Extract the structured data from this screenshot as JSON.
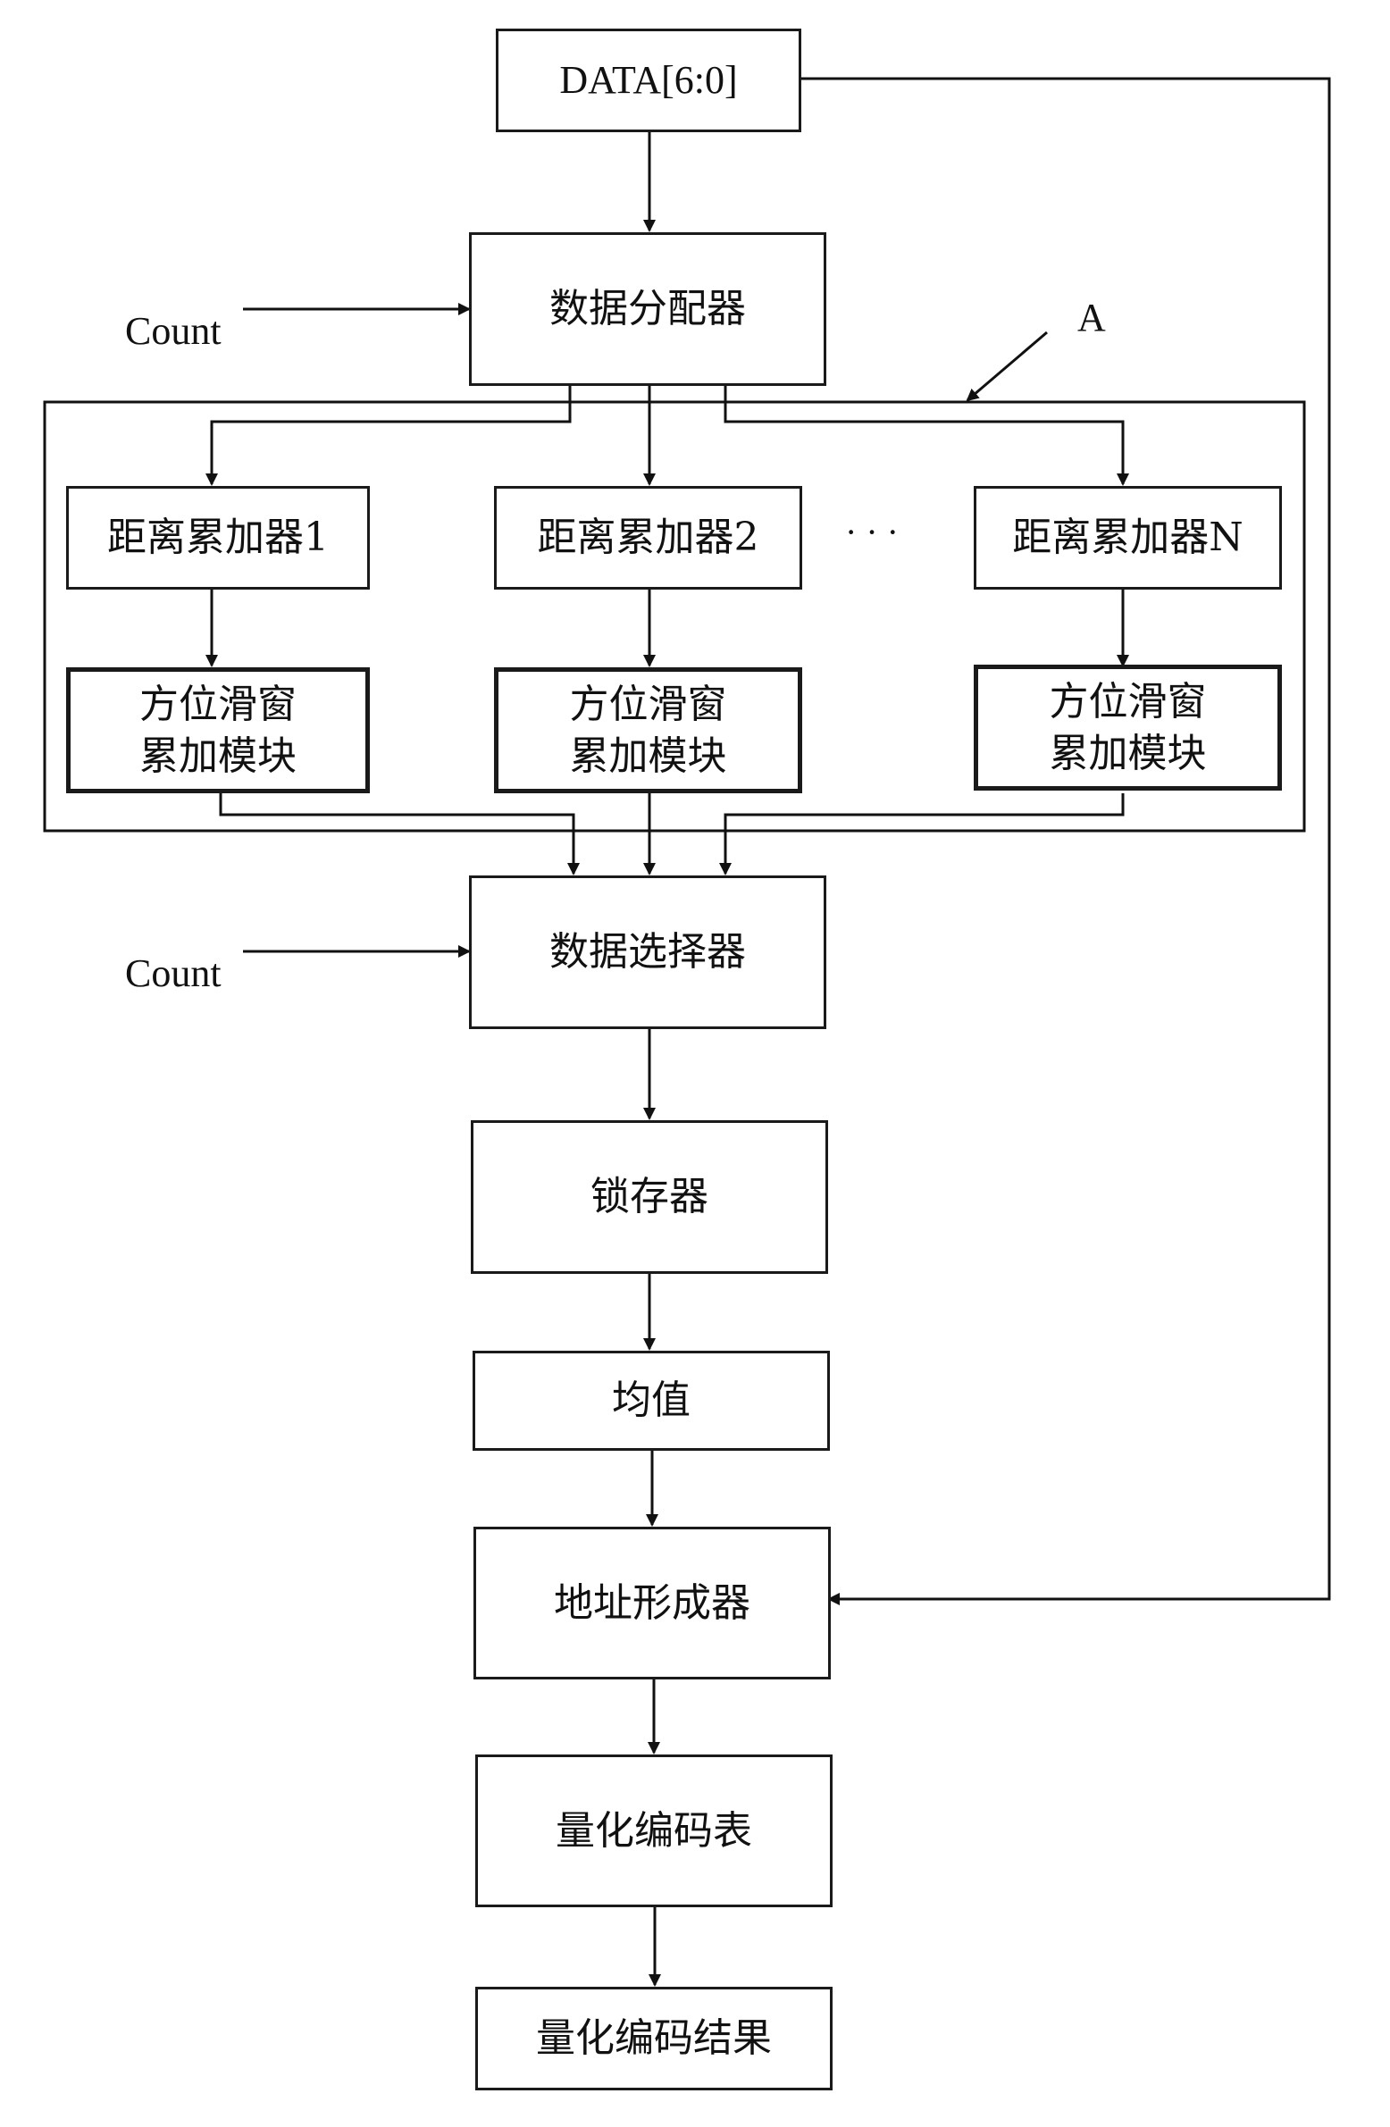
{
  "input": "DATA[6:0]",
  "count_label_1": "Count",
  "count_label_2": "Count",
  "region_label": "A",
  "distributor": "数据分配器",
  "accumulators": [
    {
      "label": "距离累加器1",
      "window_line1": "方位滑窗",
      "window_line2": "累加模块"
    },
    {
      "label": "距离累加器2",
      "window_line1": "方位滑窗",
      "window_line2": "累加模块"
    },
    {
      "label": "距离累加器N",
      "window_line1": "方位滑窗",
      "window_line2": "累加模块"
    }
  ],
  "ellipsis": "· · ·",
  "selector": "数据选择器",
  "latch": "锁存器",
  "mean": "均值",
  "address_generator": "地址形成器",
  "quantization_table": "量化编码表",
  "result": "量化编码结果"
}
